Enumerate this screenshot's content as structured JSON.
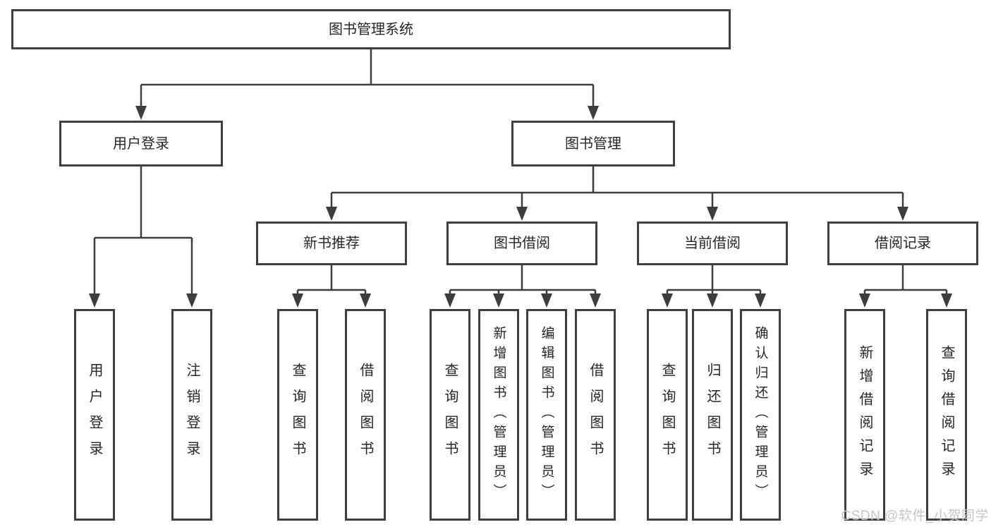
{
  "colors": {
    "background": "#ffffff",
    "line": "#3d3d3d",
    "box_border": "#404040",
    "text": "#262626",
    "watermark": "#c6c6c6"
  },
  "watermark": {
    "text": "CSDN @软件_小贺同学"
  },
  "tree": {
    "root": {
      "label": "图书管理系统",
      "children": [
        {
          "label": "用户登录",
          "children": [
            {
              "label": "用户登录"
            },
            {
              "label": "注销登录"
            }
          ]
        },
        {
          "label": "图书管理",
          "children": [
            {
              "label": "新书推荐",
              "children": [
                {
                  "label": "查询图书"
                },
                {
                  "label": "借阅图书"
                }
              ]
            },
            {
              "label": "图书借阅",
              "children": [
                {
                  "label": "查询图书"
                },
                {
                  "label": "新增图书（管理员）"
                },
                {
                  "label": "编辑图书（管理员）"
                },
                {
                  "label": "借阅图书"
                }
              ]
            },
            {
              "label": "当前借阅",
              "children": [
                {
                  "label": "查询图书"
                },
                {
                  "label": "归还图书"
                },
                {
                  "label": "确认归还（管理员）"
                }
              ]
            },
            {
              "label": "借阅记录",
              "children": [
                {
                  "label": "新增借阅记录"
                },
                {
                  "label": "查询借阅记录"
                }
              ]
            }
          ]
        }
      ]
    }
  }
}
